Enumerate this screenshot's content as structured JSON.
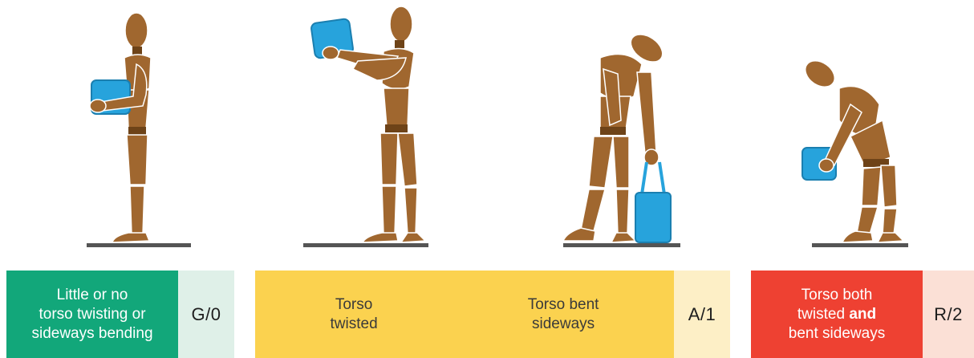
{
  "panels": [
    {
      "label_lines": [
        "Little or no",
        "torso twisting or",
        "sideways bending"
      ],
      "code": "G/0",
      "color": "#12a77a",
      "code_bg": "#dff0e8"
    },
    {
      "label_lines": [
        "Torso",
        "twisted"
      ],
      "label2_lines": [
        "Torso bent",
        "sideways"
      ],
      "code": "A/1",
      "color": "#fbd24f",
      "code_bg": "#fdefc6"
    },
    {
      "label_lines": [
        "Torso both",
        "twisted",
        "and",
        "bent sideways"
      ],
      "code": "R/2",
      "color": "#ee4132",
      "code_bg": "#fbe0d6"
    }
  ],
  "figures": [
    {
      "name": "upright-figure-holding-box",
      "object": "box"
    },
    {
      "name": "twisted-figure-holding-box",
      "object": "box"
    },
    {
      "name": "sideways-bent-figure-holding-case",
      "object": "case"
    },
    {
      "name": "twisted-and-bent-figure-holding-box",
      "object": "box"
    }
  ],
  "colors": {
    "wood": "#a0672f",
    "wood_dark": "#6e4318",
    "object": "#27a3dc",
    "floor": "#555555"
  }
}
